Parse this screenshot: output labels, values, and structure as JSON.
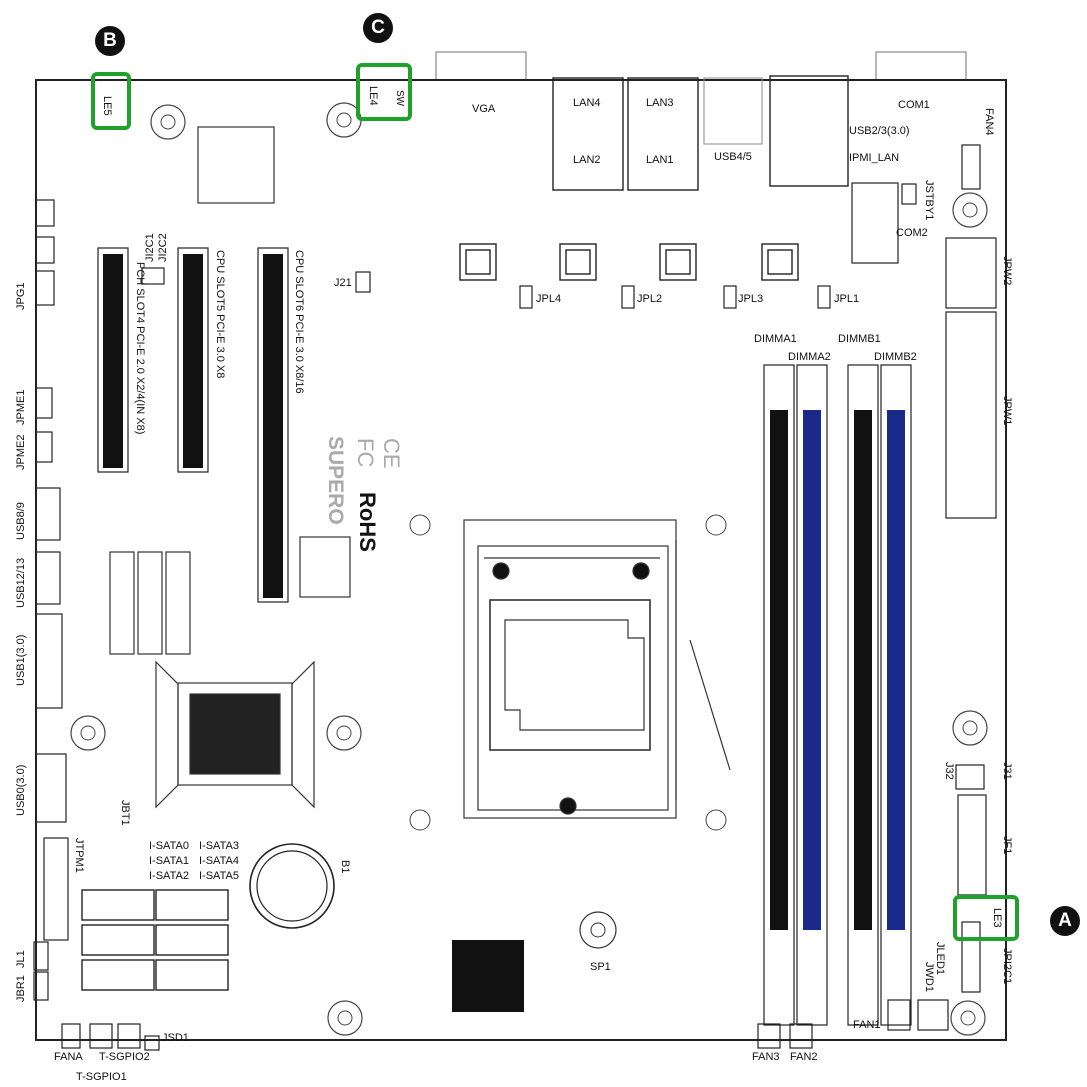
{
  "callouts": {
    "a": "A",
    "b": "B",
    "c": "C"
  },
  "highlight_color": "#1fa12c",
  "labels": {
    "le5": "LE5",
    "le4": "LE4",
    "sw": "SW",
    "vga": "VGA",
    "lan4": "LAN4",
    "lan3": "LAN3",
    "lan2": "LAN2",
    "lan1": "LAN1",
    "usb45": "USB4/5",
    "com1": "COM1",
    "usb23": "USB2/3(3.0)",
    "ipmi_lan": "IPMI_LAN",
    "fan4": "FAN4",
    "jstby1": "JSTBY1",
    "com2": "COM2",
    "jpw2": "JPW2",
    "jpw1": "JPW1",
    "jpl4": "JPL4",
    "jpl2": "JPL2",
    "jpl3": "JPL3",
    "jpl1": "JPL1",
    "j21": "J21",
    "ji2c2": "JI2C2",
    "ji2c1": "JI2C1",
    "jpg1": "JPG1",
    "pch_slot": "PCH SLOT4 PCI-E 2.0 X2/4(IN X8)",
    "cpu_slot5": "CPU SLOT5 PCI-E 3.0 X8",
    "cpu_slot6": "CPU SLOT6 PCI-E 3.0 X8/16",
    "jpme1": "JPME1",
    "jpme2": "JPME2",
    "usb89": "USB8/9",
    "usb1213": "USB12/13",
    "usb1": "USB1(3.0)",
    "usb0": "USB0(3.0)",
    "ce": "CE",
    "fc": "FC",
    "supero": "SUPERO",
    "rohs": "RoHS",
    "dimma1": "DIMMA1",
    "dimma2": "DIMMA2",
    "dimmb1": "DIMMB1",
    "dimmb2": "DIMMB2",
    "jbt1": "JBT1",
    "jtpm1": "JTPM1",
    "isata0": "I-SATA0",
    "isata1": "I-SATA1",
    "isata2": "I-SATA2",
    "isata3": "I-SATA3",
    "isata4": "I-SATA4",
    "isata5": "I-SATA5",
    "b1": "B1",
    "sp1": "SP1",
    "j32": "J32",
    "j31": "J31",
    "jf1": "JF1",
    "le3": "LE3",
    "jpi2c1": "JPI2C1",
    "jled1": "JLED1",
    "jwd1": "JWD1",
    "fan1": "FAN1",
    "jl1": "JL1",
    "jbr1": "JBR1",
    "jsd1": "JSD1",
    "fana": "FANA",
    "tsgpio2": "T-SGPIO2",
    "tsgpio1": "T-SGPIO1",
    "fan3": "FAN3",
    "fan2": "FAN2"
  }
}
